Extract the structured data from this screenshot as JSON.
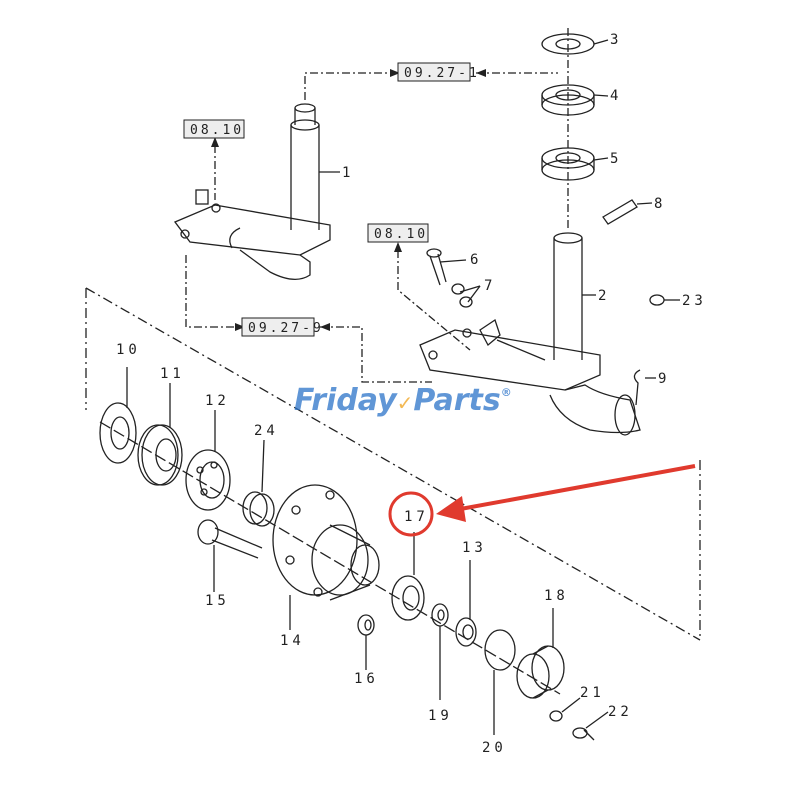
{
  "diagram": {
    "watermark": {
      "part1": "Friday",
      "part2": "Parts",
      "registered": "®"
    },
    "references": [
      "09.27-1",
      "08.10",
      "08.10",
      "09.27-9"
    ],
    "callouts": [
      "1",
      "2",
      "3",
      "4",
      "5",
      "6",
      "7",
      "8",
      "9",
      "10",
      "11",
      "12",
      "13",
      "14",
      "15",
      "16",
      "17",
      "18",
      "19",
      "20",
      "21",
      "22",
      "23",
      "24"
    ],
    "highlighted_callout": "17",
    "colors": {
      "line": "#222222",
      "highlight": "#e03a2e",
      "logo_blue": "#2b73c9",
      "logo_gold": "#f0a21c"
    }
  }
}
